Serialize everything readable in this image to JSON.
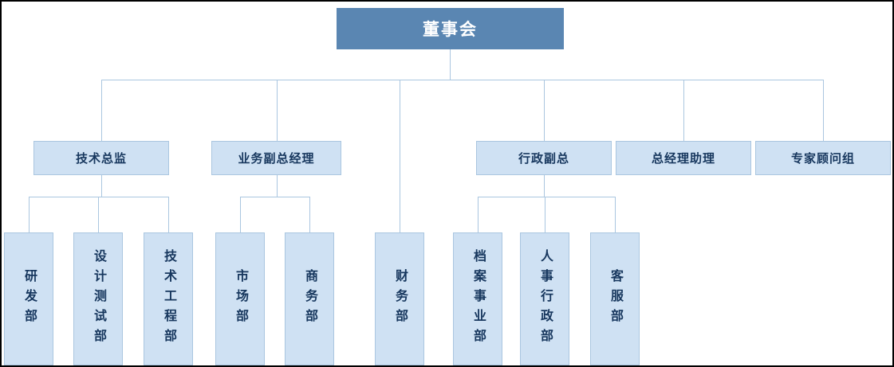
{
  "org": {
    "root": {
      "label": "董事会"
    },
    "level2": [
      {
        "label": "技术总监"
      },
      {
        "label": "业务副总经理"
      },
      {
        "label": "行政副总"
      },
      {
        "label": "总经理助理"
      },
      {
        "label": "专家顾问组"
      }
    ],
    "level3": [
      {
        "label": "研发部",
        "parent": "技术总监"
      },
      {
        "label": "设计测试部",
        "parent": "技术总监"
      },
      {
        "label": "技术工程部",
        "parent": "技术总监"
      },
      {
        "label": "市场部",
        "parent": "业务副总经理"
      },
      {
        "label": "商务部",
        "parent": "业务副总经理"
      },
      {
        "label": "财务部",
        "parent": "董事会"
      },
      {
        "label": "档案事业部",
        "parent": "行政副总"
      },
      {
        "label": "人事行政部",
        "parent": "行政副总"
      },
      {
        "label": "客服部",
        "parent": "行政副总"
      }
    ],
    "colors": {
      "root_fill": "#5a86b2",
      "root_text": "#ffffff",
      "node_fill": "#cfe1f3",
      "node_text": "#17375e",
      "connector_line": "#aac6e0",
      "canvas_border": "#000000"
    }
  }
}
